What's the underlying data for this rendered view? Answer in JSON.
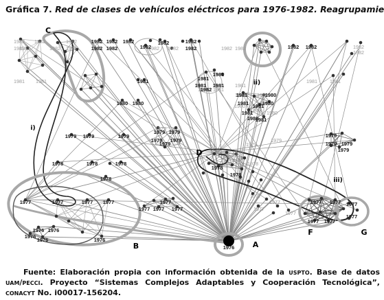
{
  "figure": {
    "label": "Gráfica 7.",
    "title": "Red de clases de vehículos eléctricos para 1976-1982. Reagrupamiento"
  },
  "source_note": {
    "part1": "Fuente: Elaboración propia con información obtenida de la ",
    "uspto": "uspto",
    "part2": ". Base de datos ",
    "db": "uam/pecci",
    "part3": ". Proyecto “Sistemas Complejos Adaptables y Cooperación Tecnológica”, ",
    "conacyt": "conacyt",
    "part4": " No. i00017-156204."
  },
  "colors": {
    "edge": "#8c8c8c",
    "node": "#333333",
    "hub": "#000000",
    "cluster_outline_gray": "#a8a8a8",
    "cluster_outline_dark": "#222222",
    "faded_label": "#9a9a9a"
  },
  "group_labels": [
    "A",
    "B",
    "C",
    "D",
    "F",
    "G",
    "i)",
    "ii)",
    "iii)"
  ],
  "year_labels": {
    "bold": [
      "1982",
      "1982",
      "1982",
      "1982",
      "1982",
      "1982",
      "1982",
      "1982",
      "1982",
      "1982",
      "1982",
      "1982",
      "1981",
      "1981",
      "1981",
      "1981",
      "1981",
      "1981",
      "1981",
      "1981",
      "1981",
      "1981",
      "1980",
      "1980",
      "1980",
      "1980",
      "1980",
      "1979",
      "1979",
      "1979",
      "1979",
      "1979",
      "1979",
      "1979",
      "1979",
      "1979",
      "1979",
      "1979",
      "1979",
      "1978",
      "1978",
      "1978",
      "1978",
      "1978",
      "1978",
      "1977",
      "1977",
      "1977",
      "1977",
      "1977",
      "1977",
      "1977",
      "1977",
      "1977",
      "1977",
      "1977",
      "1977",
      "1977",
      "1977",
      "1976",
      "1976",
      "1976",
      "1976",
      "1976",
      "1976"
    ],
    "faded": [
      "1982",
      "1982",
      "1982",
      "1982",
      "1982",
      "1982",
      "1982",
      "1982",
      "1982",
      "1982",
      "1982",
      "1982",
      "1981",
      "1981",
      "1981",
      "1981",
      "1981",
      "1981",
      "1981",
      "1981",
      "1980",
      "1980",
      "1980",
      "1980",
      "1980",
      "1979",
      "1979",
      "1979",
      "1979",
      "1978",
      "1978",
      "1978",
      "1977",
      "1977",
      "1977",
      "1977"
    ]
  }
}
